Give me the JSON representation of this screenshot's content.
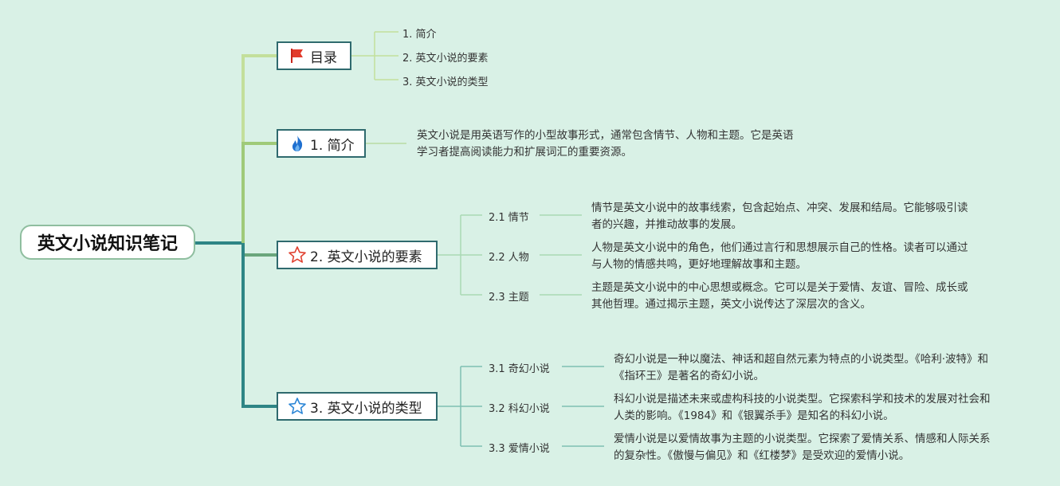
{
  "root": {
    "title": "英文小说知识笔记"
  },
  "toc": {
    "label": "目录",
    "icon": "red-flag-icon",
    "items": [
      "1. 简介",
      "2. 英文小说的要素",
      "3. 英文小说的类型"
    ]
  },
  "intro": {
    "label": "1. 简介",
    "icon": "flame-icon",
    "text_line1": "英文小说是用英语写作的小型故事形式，通常包含情节、人物和主题。它是英语",
    "text_line2": "学习者提高阅读能力和扩展词汇的重要资源。"
  },
  "elements": {
    "label": "2. 英文小说的要素",
    "icon": "red-star-outline-icon",
    "subs": [
      {
        "label": "2.1 情节",
        "line1": "情节是英文小说中的故事线索，包含起始点、冲突、发展和结局。它能够吸引读",
        "line2": "者的兴趣，并推动故事的发展。"
      },
      {
        "label": "2.2 人物",
        "line1": "人物是英文小说中的角色，他们通过言行和思想展示自己的性格。读者可以通过",
        "line2": "与人物的情感共鸣，更好地理解故事和主题。"
      },
      {
        "label": "2.3 主题",
        "line1": "主题是英文小说中的中心思想或概念。它可以是关于爱情、友谊、冒险、成长或",
        "line2": "其他哲理。通过揭示主题，英文小说传达了深层次的含义。"
      }
    ]
  },
  "types": {
    "label": "3. 英文小说的类型",
    "icon": "blue-star-outline-icon",
    "subs": [
      {
        "label": "3.1 奇幻小说",
        "line1": "奇幻小说是一种以魔法、神话和超自然元素为特点的小说类型。《哈利·波特》和",
        "line2": "《指环王》是著名的奇幻小说。"
      },
      {
        "label": "3.2 科幻小说",
        "line1": "科幻小说是描述未来或虚构科技的小说类型。它探索科学和技术的发展对社会和",
        "line2": "人类的影响。《1984》和《银翼杀手》是知名的科幻小说。"
      },
      {
        "label": "3.3 爱情小说",
        "line1": "爱情小说是以爱情故事为主题的小说类型。它探索了爱情关系、情感和人际关系",
        "line2": "的复杂性。《傲慢与偏见》和《红楼梦》是受欢迎的爱情小说。"
      }
    ]
  },
  "colors": {
    "background": "#d9f1e6",
    "trunk": "#2e8585",
    "branch_toc": "#c3df9b",
    "branch_intro": "#9fca79",
    "branch_elements": "#6aa67c",
    "branch_types": "#2e8585",
    "twig": "#a9d9b4"
  }
}
